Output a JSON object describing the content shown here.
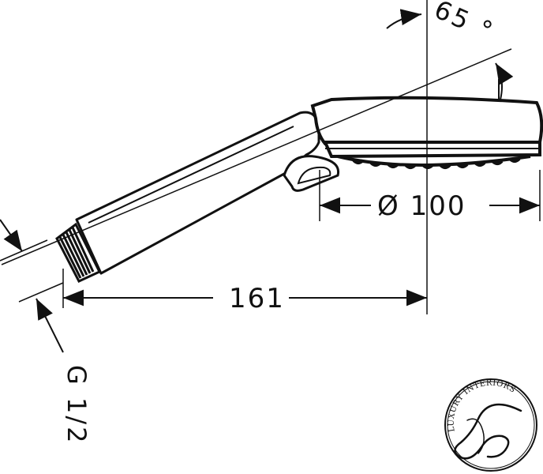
{
  "diagram": {
    "dimensions": {
      "angle": "65 °",
      "diameter": "Ø 100",
      "length": "161",
      "thread": "G 1/2"
    },
    "logo": {
      "text": "LUXURY INTERIORS"
    },
    "colors": {
      "line": "#111111",
      "background": "#ffffff"
    }
  }
}
